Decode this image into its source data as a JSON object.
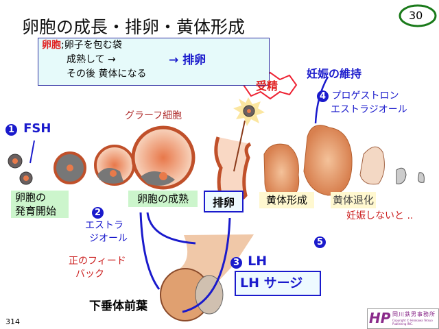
{
  "title": "卵胞の成長・排卵・黄体形成",
  "slide_number": "30",
  "page_number": "314",
  "info_box": {
    "term": "卵胞",
    "definition": ";卵子を包む袋",
    "line2": "成熟して →",
    "line3": "その後 黄体になる",
    "arrow_result": "→ 排卵"
  },
  "fertilization_label": "受精",
  "pregnancy_maintenance": "妊娠の維持",
  "step1": {
    "num": "1",
    "label": "FSH"
  },
  "step2": {
    "num": "2",
    "label_line1": "エストラ",
    "label_line2": "ジオール"
  },
  "step3": {
    "num": "3",
    "label": "LH"
  },
  "step4": {
    "num": "4",
    "label_line1": "プロゲストロン",
    "label_line2": "エストラジオール"
  },
  "step5": {
    "num": "5"
  },
  "graafian_label": "グラーフ細胞",
  "stages": {
    "start_line1": "卵胞の",
    "start_line2": "発育開始",
    "maturation": "卵胞の成熟",
    "ovulation": "排卵",
    "luteinization": "黄体形成",
    "regression": "黄体退化",
    "no_pregnancy": "妊娠しないと .."
  },
  "feedback_line1": "正のフィード",
  "feedback_line2": "バック",
  "lh_surge": "LH サージ",
  "pituitary_label": "下垂体前葉",
  "logo": {
    "text": "岡川鉄男事務所",
    "copyright": "Copyright © Hirokawa Tetsuo Publishing INC."
  }
}
